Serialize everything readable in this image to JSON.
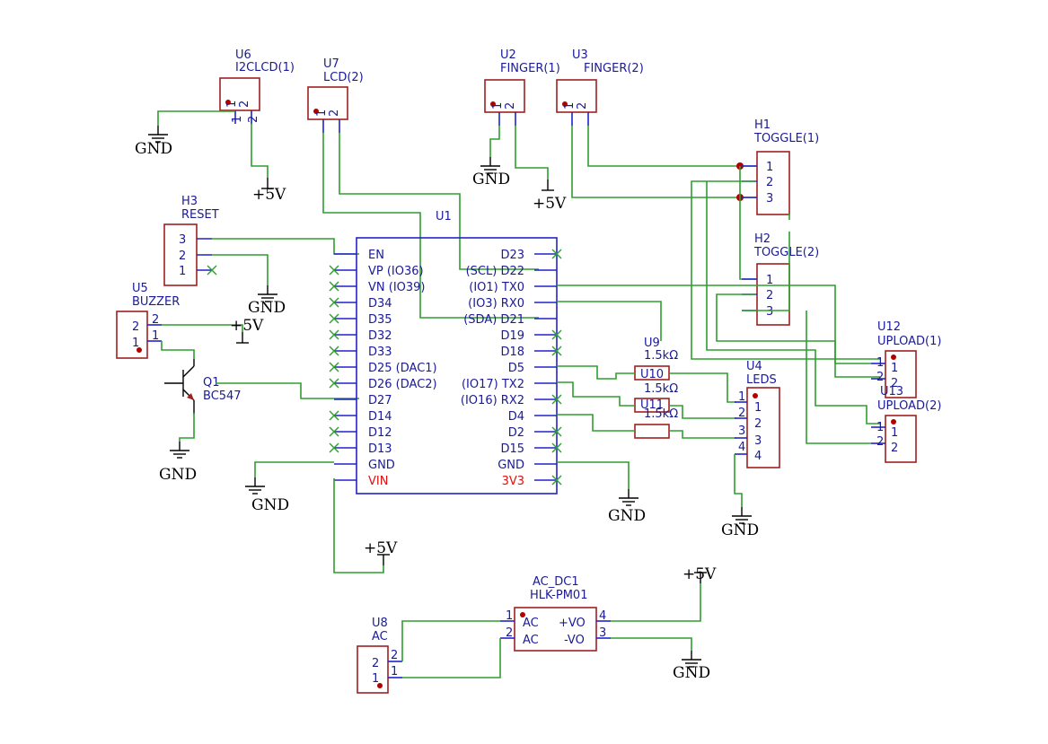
{
  "power": {
    "gnd": "GND",
    "vcc": "+5V"
  },
  "u6": {
    "ref": "U6",
    "value": "I2CLCD(1)",
    "p1": "1",
    "p2": "2"
  },
  "u7": {
    "ref": "U7",
    "value": "LCD(2)",
    "p1": "1",
    "p2": "2"
  },
  "u2": {
    "ref": "U2",
    "value": "FINGER(1)",
    "p1": "1",
    "p2": "2"
  },
  "u3": {
    "ref": "U3",
    "value": "FINGER(2)",
    "p1": "1",
    "p2": "2"
  },
  "h1": {
    "ref": "H1",
    "value": "TOGGLE(1)",
    "pins": [
      "1",
      "2",
      "3"
    ]
  },
  "h2": {
    "ref": "H2",
    "value": "TOGGLE(2)",
    "pins": [
      "1",
      "2",
      "3"
    ]
  },
  "h3": {
    "ref": "H3",
    "value": "RESET",
    "pins": [
      "3",
      "2",
      "1"
    ]
  },
  "u5": {
    "ref": "U5",
    "value": "BUZZER",
    "pins": [
      "2",
      "1"
    ]
  },
  "q1": {
    "ref": "Q1",
    "value": "BC547"
  },
  "u1": {
    "ref": "U1",
    "left": [
      "EN",
      "VP (IO36)",
      "VN (IO39)",
      "D34",
      "D35",
      "D32",
      "D33",
      "D25 (DAC1)",
      "D26 (DAC2)",
      "D27",
      "D14",
      "D12",
      "D13",
      "GND",
      "VIN"
    ],
    "right": [
      "D23",
      "(SCL) D22",
      "(IO1) TX0",
      "(IO3) RX0",
      "(SDA) D21",
      "D19",
      "D18",
      "D5",
      "(IO17) TX2",
      "(IO16) RX2",
      "D4",
      "D2",
      "D15",
      "GND",
      "3V3"
    ]
  },
  "u9": {
    "ref": "U9",
    "value": "1.5kΩ"
  },
  "u10": {
    "ref": "U10",
    "value": "1.5kΩ"
  },
  "u11": {
    "ref": "U11",
    "value": "1.5kΩ"
  },
  "u4": {
    "ref": "U4",
    "value": "LEDS",
    "pins": [
      "1",
      "2",
      "3",
      "4"
    ]
  },
  "u12": {
    "ref": "U12",
    "value": "UPLOAD(1)",
    "pins": [
      "1",
      "2"
    ]
  },
  "u13": {
    "ref": "U13",
    "value": "UPLOAD(2)",
    "pins": [
      "1",
      "2"
    ]
  },
  "ac_dc1": {
    "ref": "AC_DC1",
    "value": "HLK-PM01",
    "pins": [
      "1",
      "2",
      "4",
      "3"
    ],
    "labels": [
      "AC",
      "AC",
      "+VO",
      "-VO"
    ]
  },
  "u8": {
    "ref": "U8",
    "value": "AC",
    "pins": [
      "2",
      "1"
    ]
  }
}
